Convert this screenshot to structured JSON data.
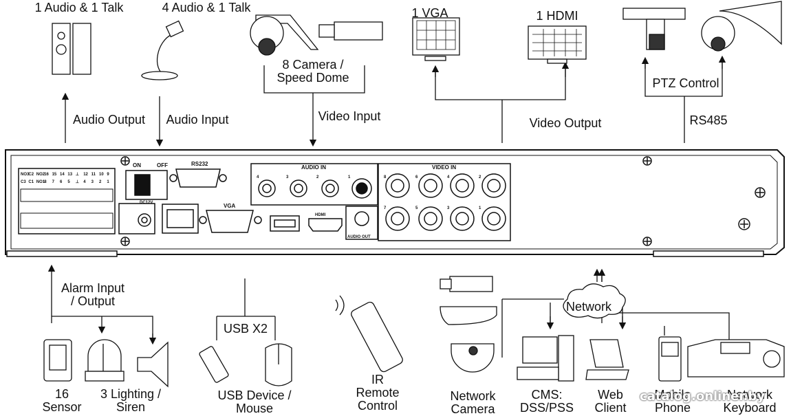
{
  "labels": {
    "audio_talk": "1 Audio  & 1 Talk",
    "audio4_talk": "4 Audio & 1 Talk",
    "camera": "8  Camera /\nSpeed Dome",
    "vga": "1 VGA",
    "hdmi": "1 HDMI",
    "audio_output": "Audio  Output",
    "audio_input": "Audio  Input",
    "video_input": "Video Input",
    "video_output": "Video Output",
    "ptz_control": "PTZ Control",
    "rs485": "RS485",
    "alarm_io": "Alarm Input\n/ Output",
    "usb_x2": "USB X2",
    "network": "Network",
    "sensor": "16\nSensor",
    "lighting": "3 Lighting /\nSiren",
    "usb_device": "USB Device /\nMouse",
    "ir_remote": "IR\nRemote\nControl",
    "network_camera": "Network\nCamera",
    "cms": "CMS:\nDSS/PSS",
    "web_client": "Web\nClient",
    "mobile_phone": "Mobile\nPhone",
    "network_keyboard": "Network\nKeyboard"
  },
  "panel": {
    "on": "ON",
    "off": "OFF",
    "rs232": "RS232",
    "vga": "VGA",
    "audio_in": "AUDIO IN",
    "video_in": "VIDEO IN",
    "audio_out": "AUDIO OUT",
    "hdmi": "HDMI",
    "dc": "DC12V",
    "audio_in_ch": [
      "4",
      "3",
      "2",
      "1"
    ],
    "video_top_ch": [
      "8",
      "6",
      "4",
      "2"
    ],
    "video_bottom_ch": [
      "7",
      "5",
      "3",
      "1"
    ],
    "terminal_top": [
      "NO3",
      "C2",
      "NO2",
      "16",
      "15",
      "14",
      "13",
      "⊥",
      "12",
      "11",
      "10",
      "9"
    ],
    "terminal_bottom": [
      "C3",
      "C1",
      "NO1",
      "8",
      "7",
      "6",
      "5",
      "⊥",
      "4",
      "3",
      "2",
      "1"
    ]
  },
  "watermark": "catalog.onliner.by"
}
